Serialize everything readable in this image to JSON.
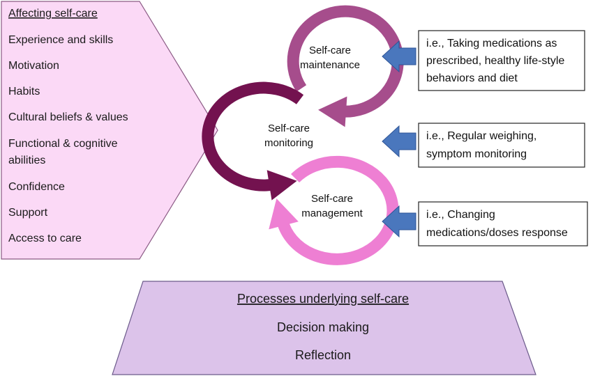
{
  "factors": {
    "title": "Affecting self-care",
    "items": [
      [
        "Experience and skills"
      ],
      [
        "Motivation"
      ],
      [
        "Habits"
      ],
      [
        "Cultural beliefs & values"
      ],
      [
        "Functional & cognitive",
        "abilities"
      ],
      [
        "Confidence"
      ],
      [
        "Support"
      ],
      [
        "Access to care"
      ]
    ]
  },
  "cycle": {
    "maintenance": [
      "Self-care",
      "maintenance"
    ],
    "monitoring": [
      "Self-care",
      "monitoring"
    ],
    "management": [
      "Self-care",
      "management"
    ]
  },
  "examples": [
    [
      "i.e., Taking medications as",
      "prescribed, healthy life-style",
      "behaviors and diet"
    ],
    [
      "i.e., Regular weighing,",
      "symptom monitoring"
    ],
    [
      "i.e., Changing",
      "medications/doses response"
    ]
  ],
  "processes": {
    "title": "Processes underlying self-care",
    "items": [
      "Decision making",
      "Reflection"
    ]
  },
  "colors": {
    "factors_fill": "#fbd9f6",
    "processes_fill": "#dcc3ea",
    "maintenance": "#a64d8c",
    "monitoring": "#73124f",
    "management": "#ee7fd3",
    "arrow_fill": "#4a77bd"
  }
}
